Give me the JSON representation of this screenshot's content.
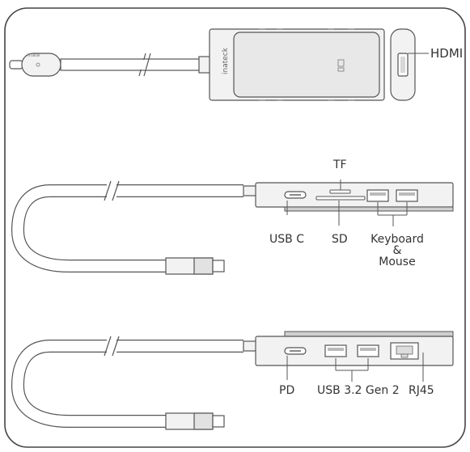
{
  "brand": "inateck",
  "cable_brand": "inate",
  "labels": {
    "hdmi": "HDMI",
    "tf": "TF",
    "usb_c": "USB C",
    "sd": "SD",
    "keyboard_mouse": [
      "Keyboard",
      "&",
      "Mouse"
    ],
    "pd": "PD",
    "usb32": "USB 3.2 Gen 2",
    "rj45": "RJ45"
  },
  "colors": {
    "line": "#555555",
    "fill_light": "#f2f2f2",
    "fill_mid": "#e2e2e2",
    "fill_dark": "#cfcfcf"
  }
}
